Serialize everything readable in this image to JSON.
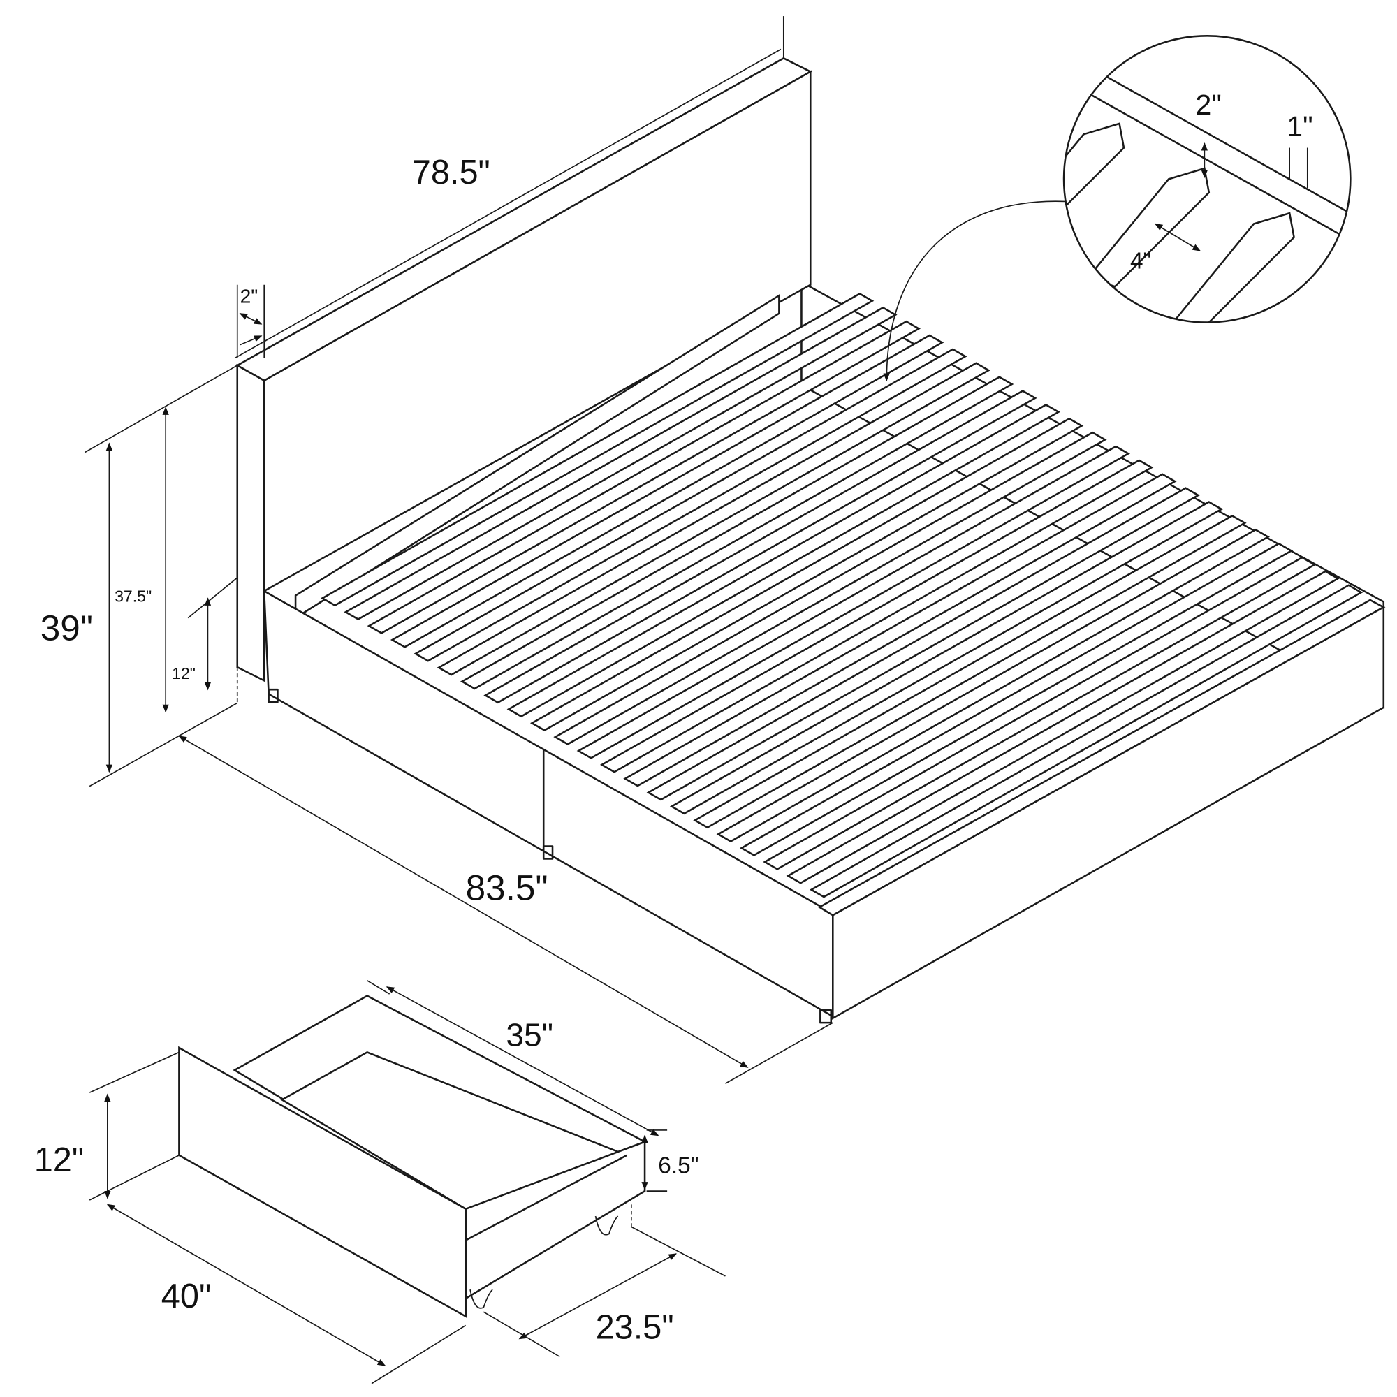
{
  "title": "Bed frame with storage drawers - dimensions",
  "dimensions": {
    "headboard_width": "78.5\"",
    "headboard_thickness": "2\"",
    "overall_height": "39\"",
    "headboard_height": "37.5\"",
    "rail_height": "12\"",
    "bed_length": "83.5\"",
    "drawer_length": "35\"",
    "drawer_height": "12\"",
    "drawer_inner_depth": "6.5\"",
    "drawer_width": "40\"",
    "drawer_inner_width": "23.5\""
  },
  "detail_inset": {
    "slat_thickness": "2\"",
    "rail_lip": "1\"",
    "slat_gap": "4\""
  },
  "colors": {
    "line": "#1a1a1a",
    "background": "#ffffff"
  }
}
